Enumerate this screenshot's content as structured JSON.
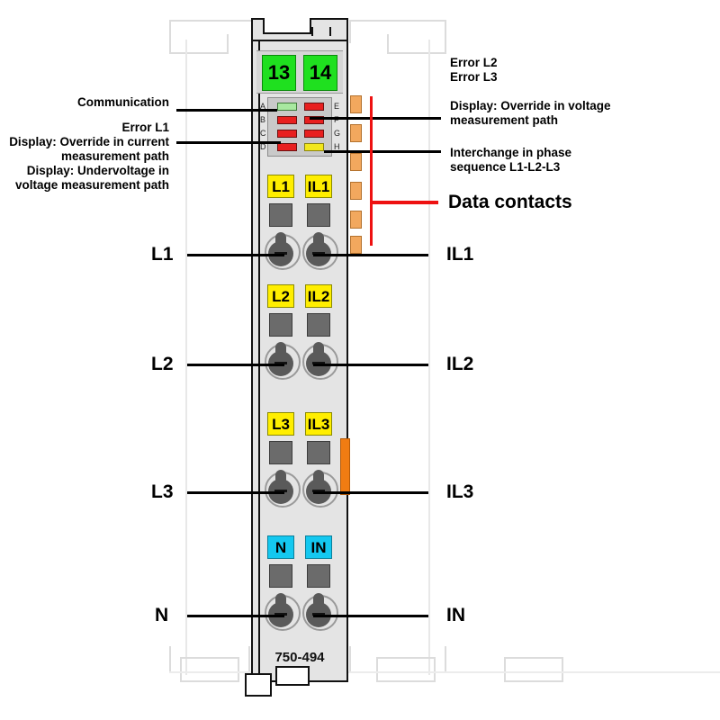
{
  "device": {
    "part_number": "750-494",
    "top_markers": [
      "13",
      "14"
    ],
    "colors": {
      "body": "#e4e4e4",
      "marker_green": "#1fe01f",
      "tag_yellow": "#ffee00",
      "tag_cyan": "#14c8f0",
      "led_red": "#e81f1f",
      "led_green": "#a8e8a0",
      "led_yellow": "#f2e71c",
      "data_contact": "#f2a85e",
      "accent_red": "#ee1111",
      "orange_bar": "#f07c12"
    }
  },
  "leds": [
    {
      "letter": "A",
      "color": "green"
    },
    {
      "letter": "B",
      "color": "red"
    },
    {
      "letter": "C",
      "color": "red"
    },
    {
      "letter": "D",
      "color": "red"
    },
    {
      "letter": "E",
      "color": "red"
    },
    {
      "letter": "F",
      "color": "red"
    },
    {
      "letter": "G",
      "color": "red"
    },
    {
      "letter": "H",
      "color": "yellow"
    }
  ],
  "left_annotations": [
    {
      "text": "Communication"
    },
    {
      "text": "Error L1"
    },
    {
      "text": "Display: Override in current"
    },
    {
      "text": "measurement path"
    },
    {
      "text": "Display: Undervoltage in"
    },
    {
      "text": "voltage measurement path"
    }
  ],
  "right_annotations": [
    {
      "text": "Error L2"
    },
    {
      "text": "Error L3"
    },
    {
      "text": "Display: Override in voltage"
    },
    {
      "text": "measurement path"
    },
    {
      "text": "Interchange in phase"
    },
    {
      "text": "sequence L1-L2-L3"
    }
  ],
  "data_contacts_label": "Data contacts",
  "terminals": [
    {
      "left_tag": "L1",
      "right_tag": "IL1",
      "left_label": "L1",
      "right_label": "IL1",
      "tag_style": "yellow"
    },
    {
      "left_tag": "L2",
      "right_tag": "IL2",
      "left_label": "L2",
      "right_label": "IL2",
      "tag_style": "yellow"
    },
    {
      "left_tag": "L3",
      "right_tag": "IL3",
      "left_label": "L3",
      "right_label": "IL3",
      "tag_style": "yellow"
    },
    {
      "left_tag": "N",
      "right_tag": "IN",
      "left_label": "N",
      "right_label": "IN",
      "tag_style": "cyan"
    }
  ]
}
